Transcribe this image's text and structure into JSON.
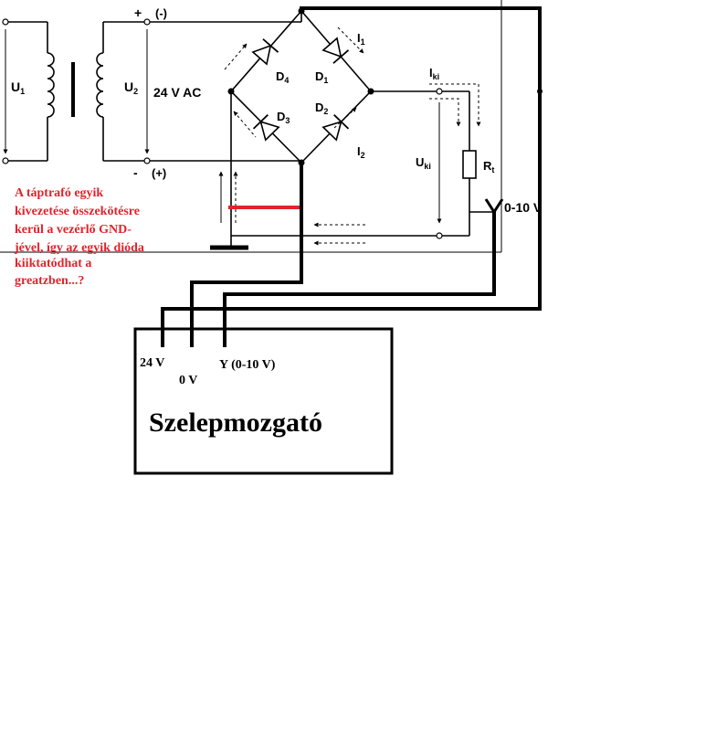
{
  "labels": {
    "u1": "U",
    "u1_sub": "1",
    "u2": "U",
    "u2_sub": "2",
    "plus_top": "+",
    "minus_top": "(-)",
    "minus_bottom": "-",
    "plus_bottom": "(+)",
    "ac_voltage": "24 V AC",
    "d4": "D",
    "d4_sub": "4",
    "d1": "D",
    "d1_sub": "1",
    "d3": "D",
    "d3_sub": "3",
    "d2": "D",
    "d2_sub": "2",
    "i1": "I",
    "i1_sub": "1",
    "i2": "I",
    "i2_sub": "2",
    "iki": "I",
    "iki_sub": "ki",
    "uki": "U",
    "uki_sub": "ki",
    "rt": "R",
    "rt_sub": "t",
    "range": "0-10 V"
  },
  "note_lines": [
    "A táptrafó egyik",
    "kivezetése összekötésre",
    "kerül a vezérlő GND-",
    "jével, így az egyik dióda",
    "kiiktatódhat a",
    "greatzben...?"
  ],
  "actuator": {
    "title": "Szelepmozgató",
    "pin_24v": "24 V",
    "pin_0v": "0 V",
    "pin_y": "Y (0-10 V)"
  },
  "colors": {
    "wire": "#000000",
    "note": "#e0242b",
    "highlight": "#e0242b"
  }
}
